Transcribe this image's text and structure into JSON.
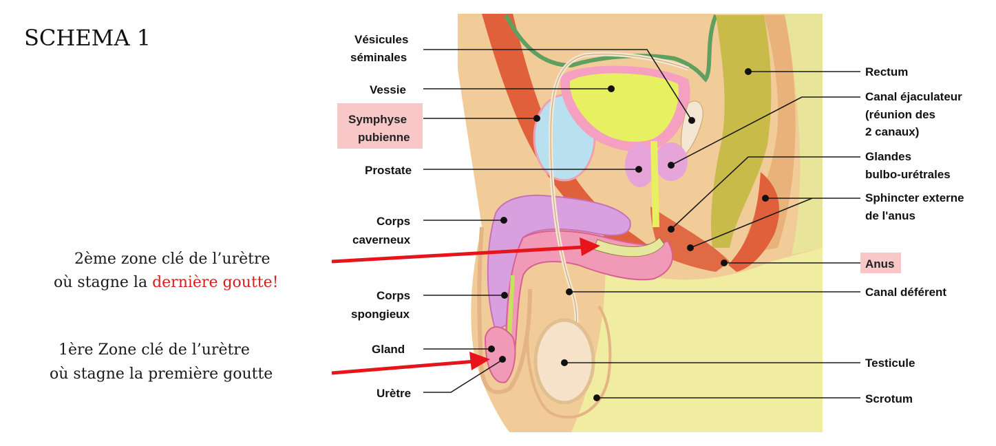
{
  "title": "SCHEMA 1",
  "colors": {
    "highlight_box": "#f8c8c8",
    "arrow": "#e8141b",
    "emphasis_text": "#d42020"
  },
  "left_labels": {
    "vesicules_1": "Vésicules",
    "vesicules_2": "séminales",
    "vessie": "Vessie",
    "symphyse_1": "Symphyse",
    "symphyse_2": "pubienne",
    "prostate": "Prostate",
    "corps_caverneux_1": "Corps",
    "corps_caverneux_2": "caverneux",
    "corps_spongieux_1": "Corps",
    "corps_spongieux_2": "spongieux",
    "gland": "Gland",
    "uretre": "Urètre"
  },
  "right_labels": {
    "rectum": "Rectum",
    "canal_ejac_1": "Canal éjaculateur",
    "canal_ejac_2": "(réunion des",
    "canal_ejac_3": "2 canaux)",
    "glandes_1": "Glandes",
    "glandes_2": "bulbo-urétrales",
    "sphincter_1": "Sphincter externe",
    "sphincter_2": "de l'anus",
    "anus": "Anus",
    "canal_deferent": "Canal déférent",
    "testicule": "Testicule",
    "scrotum": "Scrotum"
  },
  "annotations": {
    "zone2_line1": "2ème zone clé de l’urètre",
    "zone2_line2_prefix": "où stagne la ",
    "zone2_line2_emphasis": "dernière goutte!",
    "zone1_line1": "1ère Zone clé de l’urètre",
    "zone1_line2": "où stagne la première goutte"
  }
}
